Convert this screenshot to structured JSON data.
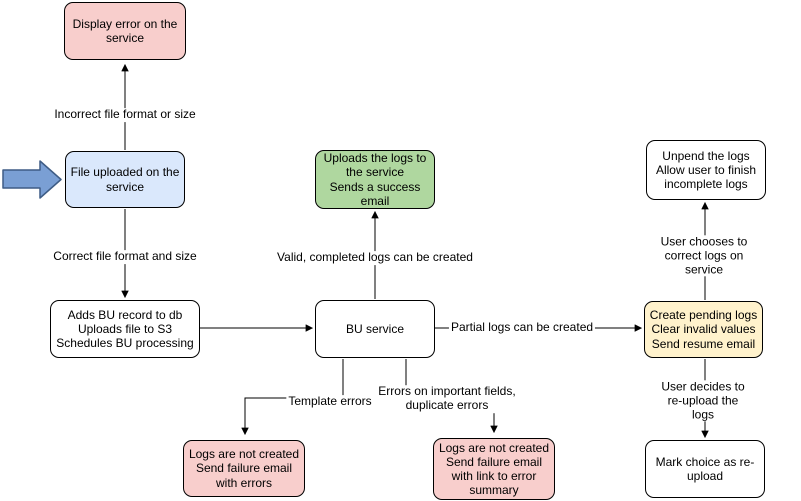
{
  "colors": {
    "background": "#ffffff",
    "node_border": "#000000",
    "edge": "#000000",
    "pink": "#f8cecc",
    "blue": "#dae8fc",
    "green": "#afd79f",
    "yellow": "#fff2cc",
    "white": "#ffffff",
    "entry_arrow_fill": "#7a9fd4",
    "entry_arrow_stroke": "#3e5c85"
  },
  "nodes": {
    "display_error": {
      "text": "Display error on the\nservice"
    },
    "file_uploaded": {
      "text": "File uploaded on the\nservice"
    },
    "adds_bu_record": {
      "text": "Adds BU record to db\nUploads file to S3\nSchedules BU processing"
    },
    "upload_logs_success": {
      "text": "Uploads the logs to\nthe service\nSends a success\nemail"
    },
    "bu_service": {
      "text": "BU service"
    },
    "create_pending_logs": {
      "text": "Create pending logs\nClear invalid values\nSend resume email"
    },
    "unpend_logs": {
      "text": "Unpend the logs\nAllow user to finish\nincomplete logs"
    },
    "mark_reupload": {
      "text": "Mark choice as re-\nupload"
    },
    "logs_not_created_errors": {
      "text": "Logs are not created\nSend failure email\nwith errors"
    },
    "logs_not_created_summary": {
      "text": "Logs are not created\nSend failure email\nwith link to error\nsummary"
    }
  },
  "edge_labels": {
    "incorrect_format": "Incorrect file format or size",
    "correct_format": "Correct file format and size",
    "valid_logs": "Valid, completed logs can be created",
    "partial_logs": "Partial logs can be created",
    "user_corrects": "User chooses to correct logs on service",
    "user_reuploads": "User decides to re-upload the logs",
    "template_errors": "Template errors",
    "field_errors": "Errors on important fields,\nduplicate errors"
  }
}
